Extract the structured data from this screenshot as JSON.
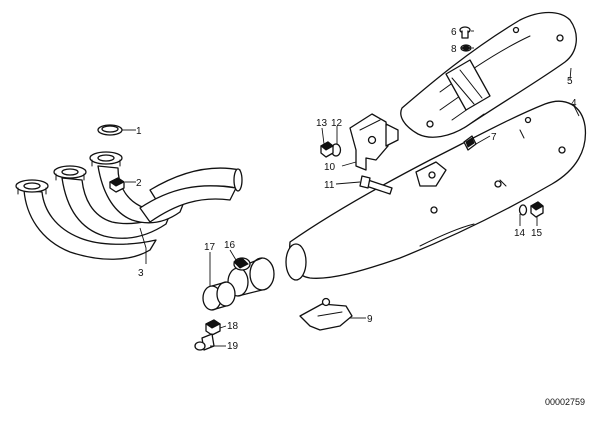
{
  "diagram": {
    "callouts": [
      "1",
      "2",
      "3",
      "4",
      "5",
      "6",
      "7",
      "8",
      "9",
      "10",
      "11",
      "12",
      "13",
      "14",
      "15",
      "16",
      "17",
      "18",
      "19"
    ],
    "doc_number": "00002759",
    "line_color": "#111111",
    "background": "#ffffff"
  }
}
